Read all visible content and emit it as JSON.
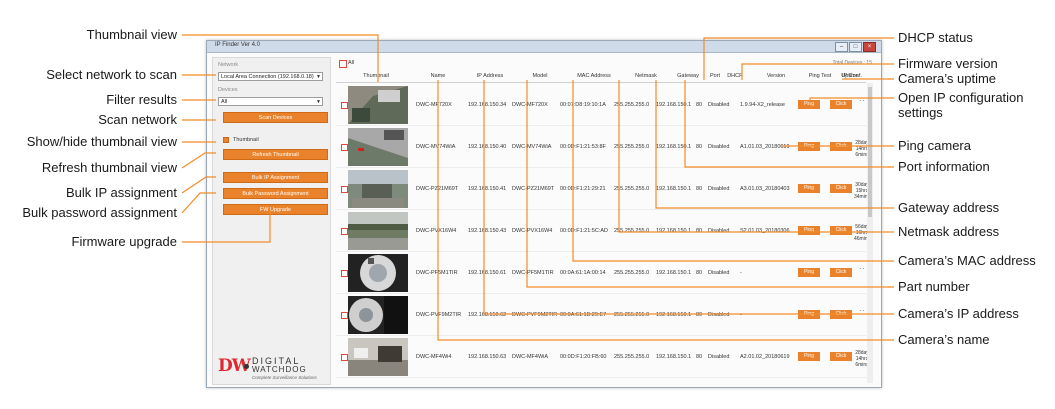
{
  "window": {
    "title": "IP Finder Ver 4.0"
  },
  "left_panel": {
    "network_label": "Network",
    "network_value": "Local Area Connection (192.168.0.18)",
    "devices_label": "Devices",
    "devices_value": "All",
    "scan_button": "Scan Devices",
    "thumbnail_checkbox_label": "Thumbnail",
    "refresh_button": "Refresh Thumbnail",
    "bulk_ip_button": "Bulk IP Assignment",
    "bulk_password_button": "Bulk Password Assignment",
    "fw_upgrade_button": "FW Upgrade",
    "logo_line1": "DIGITAL",
    "logo_line2": "WATCHDOG",
    "logo_tagline": "Complete Surveillance Solutions"
  },
  "table": {
    "all_label": "All",
    "total_devices": "Total Devices : 15",
    "columns": [
      "Thumbnail",
      "Name",
      "IP Address",
      "Model",
      "MAC Address",
      "Netmask",
      "Gateway",
      "Port",
      "DHCP",
      "Version",
      "Ping Test",
      "IP Conf.",
      "Uptime"
    ],
    "rows": [
      {
        "name": "DWC-MF720X",
        "ip": "192.168.150.34",
        "model": "DWC-MF720X",
        "mac": "00:07:D8:19:10:1A",
        "netmask": "255.255.255.0",
        "gateway": "192.168.150.1",
        "port": "80",
        "dhcp": "Disabled",
        "version": "1.9.94-X2_release",
        "ping": "Ping",
        "ipconf": "Click",
        "uptime1": "- -",
        "uptime2": ""
      },
      {
        "name": "DWC-MV74WiA",
        "ip": "192.168.150.40",
        "model": "DWC-MV74WiA",
        "mac": "00:0D:F1:21:53:8F",
        "netmask": "255.255.255.0",
        "gateway": "192.168.150.1",
        "port": "80",
        "dhcp": "Disabled",
        "version": "A1.01.03_20180619",
        "ping": "Ping",
        "ipconf": "Click",
        "uptime1": "28day 14hrs",
        "uptime2": "6mins"
      },
      {
        "name": "DWC-PZ21M69T",
        "ip": "192.168.150.41",
        "model": "DWC-PZ21M69T",
        "mac": "00:0D:F1:21:29:21",
        "netmask": "255.255.255.0",
        "gateway": "192.168.150.1",
        "port": "80",
        "dhcp": "Disabled",
        "version": "A3.01.03_20180403",
        "ping": "Ping",
        "ipconf": "Click",
        "uptime1": "30day 15hrs",
        "uptime2": "34mins"
      },
      {
        "name": "DWC-PVX16W4",
        "ip": "192.168.150.43",
        "model": "DWC-PVX16W4",
        "mac": "00:0D:F1:21:5C:AD",
        "netmask": "255.255.255.0",
        "gateway": "192.168.150.1",
        "port": "80",
        "dhcp": "Disabled",
        "version": "S2.01.03_20180306",
        "ping": "Ping",
        "ipconf": "Click",
        "uptime1": "56day 16hrs",
        "uptime2": "46mins"
      },
      {
        "name": "DWC-PF5M1TIR",
        "ip": "192.168.150.61",
        "model": "DWC-PF5M1TIR",
        "mac": "00:0A:61:1A:00:14",
        "netmask": "255.255.255.0",
        "gateway": "192.168.150.1",
        "port": "80",
        "dhcp": "Disabled",
        "version": "-",
        "ping": "Ping",
        "ipconf": "Click",
        "uptime1": "- -",
        "uptime2": ""
      },
      {
        "name": "DWC-PVF9M2TIR",
        "ip": "192.168.150.62",
        "model": "DWC-PVF9M2TIR",
        "mac": "00:0A:61:1B:29:E7",
        "netmask": "255.255.255.0",
        "gateway": "192.168.150.1",
        "port": "80",
        "dhcp": "Disabled",
        "version": "-",
        "ping": "Ping",
        "ipconf": "Click",
        "uptime1": "- -",
        "uptime2": ""
      },
      {
        "name": "DWC-MF4Wi4",
        "ip": "192.168.150.63",
        "model": "DWC-MF4WiA",
        "mac": "00:0D:F1:20:FB:60",
        "netmask": "255.255.255.0",
        "gateway": "192.168.150.1",
        "port": "80",
        "dhcp": "Disabled",
        "version": "A2.01.02_20180619",
        "ping": "Ping",
        "ipconf": "Click",
        "uptime1": "28day 14hrs",
        "uptime2": "6mins"
      }
    ]
  },
  "callouts": {
    "left": [
      "Thumbnail view",
      "Select network to scan",
      "Filter results",
      "Scan network",
      "Show/hide thumbnail view",
      "Refresh thumbnail view",
      "Bulk IP assignment",
      "Bulk password assignment",
      "Firmware upgrade"
    ],
    "right": [
      "DHCP status",
      "Firmware version",
      "Camera’s uptime",
      "Open IP configuration",
      "settings",
      "Ping camera",
      "Port information",
      "Gateway address",
      "Netmask address",
      "Camera’s MAC address",
      "Part number",
      "Camera’s IP address",
      "Camera’s name"
    ]
  },
  "colors": {
    "accent_orange": "#e9822b",
    "leader_orange": "#f28c28",
    "logo_red": "#e0282f"
  }
}
